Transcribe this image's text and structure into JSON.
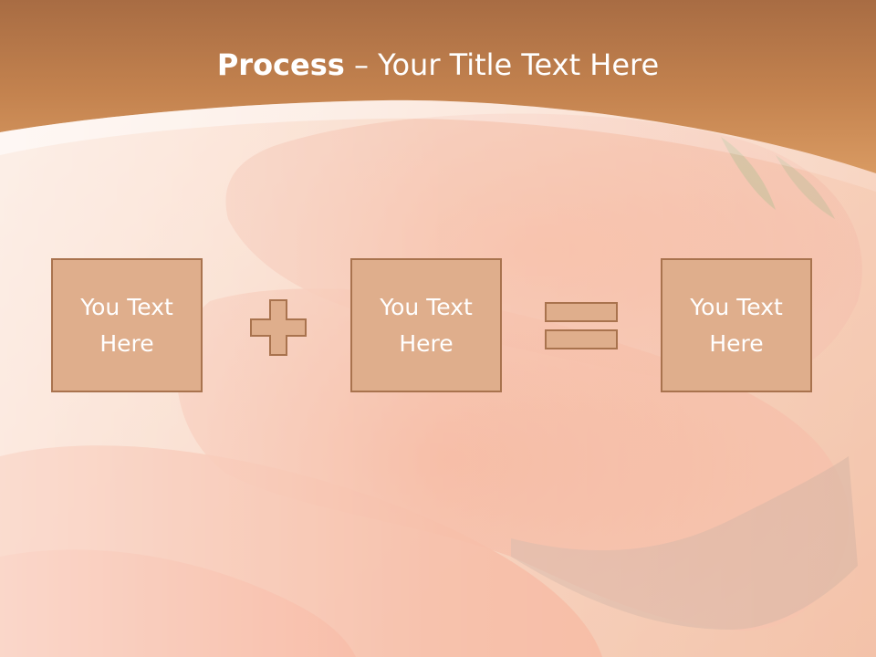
{
  "slide": {
    "title_bold": "Process",
    "title_rest": " – Your Title Text Here",
    "boxes": [
      {
        "text": "You Text Here"
      },
      {
        "text": "You Text Here"
      },
      {
        "text": "You Text Here"
      }
    ],
    "operators": [
      "plus-icon",
      "equals-icon"
    ]
  },
  "colors": {
    "header": "#b8784a",
    "box_fill": "#dfae8c",
    "box_border": "#a9734e",
    "text": "#ffffff"
  }
}
